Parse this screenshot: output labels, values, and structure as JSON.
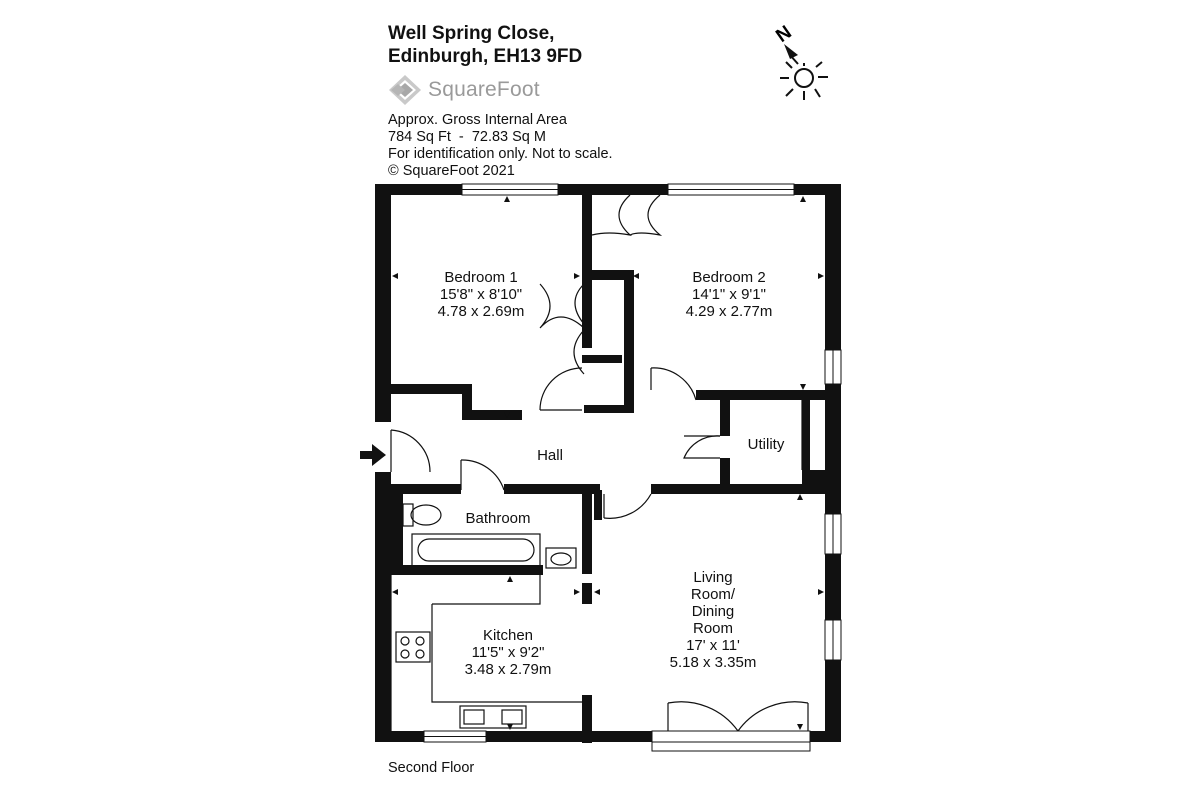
{
  "header": {
    "title_line1": "Well Spring Close,",
    "title_line2": "Edinburgh, EH13 9FD",
    "logo_text": "SquareFoot"
  },
  "info": {
    "line1": "Approx. Gross Internal Area",
    "line2": "784 Sq Ft  -  72.83 Sq M",
    "line3": "For identification only. Not to scale.",
    "line4": "© SquareFoot 2021"
  },
  "compass": {
    "label": "N"
  },
  "rooms": {
    "bedroom1": {
      "name": "Bedroom 1",
      "dim_imperial": "15'8\" x 8'10\"",
      "dim_metric": "4.78 x 2.69m"
    },
    "bedroom2": {
      "name": "Bedroom 2",
      "dim_imperial": "14'1\" x 9'1\"",
      "dim_metric": "4.29 x 2.77m"
    },
    "hall": {
      "name": "Hall"
    },
    "utility": {
      "name": "Utility"
    },
    "bathroom": {
      "name": "Bathroom"
    },
    "kitchen": {
      "name": "Kitchen",
      "dim_imperial": "11'5\" x 9'2\"",
      "dim_metric": "3.48 x 2.79m"
    },
    "living": {
      "name_line1": "Living",
      "name_line2": "Room/",
      "name_line3": "Dining",
      "name_line4": "Room",
      "dim_imperial": "17' x 11'",
      "dim_metric": "5.18 x 3.35m"
    }
  },
  "footer": {
    "floor": "Second Floor"
  }
}
